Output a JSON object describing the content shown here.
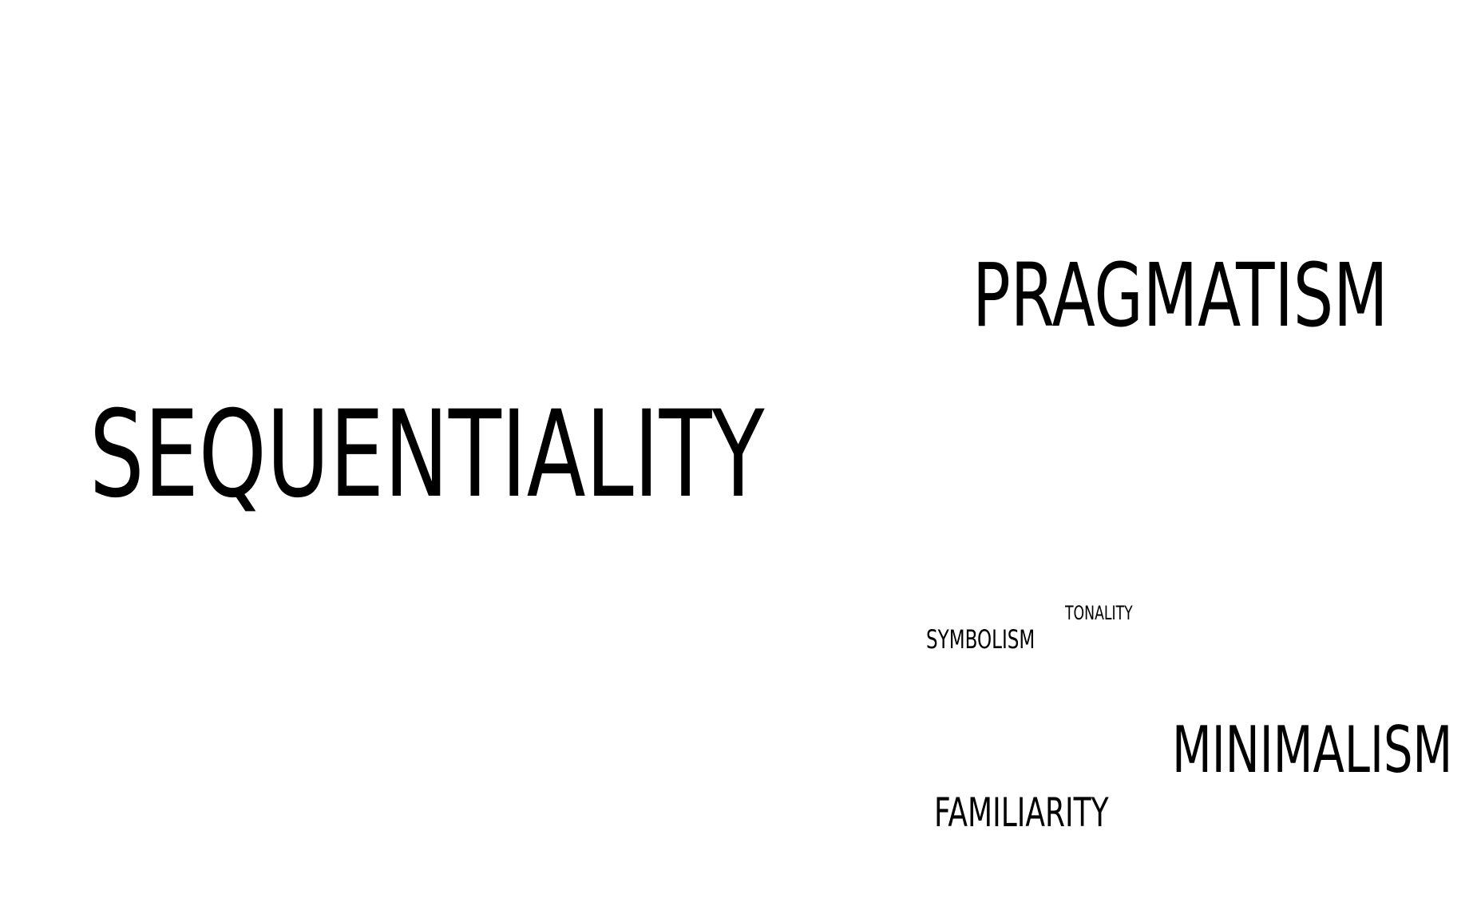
{
  "canvas": {
    "background": "#ffffff",
    "text_color": "#000000"
  },
  "words": {
    "sequentiality": "SEQUENTIALITY",
    "pragmatism": "PRAGMATISM",
    "tonality": "TONALITY",
    "symbolism": "SYMBOLISM",
    "minimalism": "MINIMALISM",
    "familiarity": "FAMILIARITY"
  }
}
